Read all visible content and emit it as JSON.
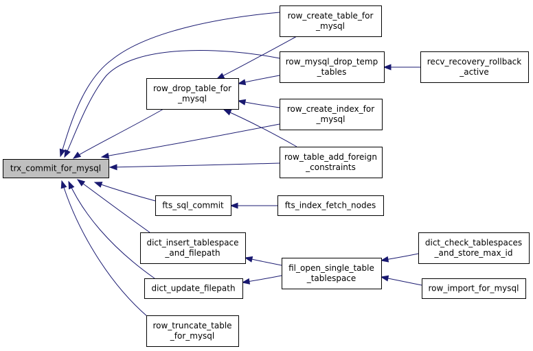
{
  "diagram": {
    "nodes": [
      {
        "id": "trx_commit_for_mysql",
        "lines": [
          "trx_commit_for_mysql"
        ],
        "root": true
      },
      {
        "id": "row_drop_table_for_mysql",
        "lines": [
          "row_drop_table_for",
          "_mysql"
        ]
      },
      {
        "id": "row_create_table_for_mysql",
        "lines": [
          "row_create_table_for",
          "_mysql"
        ]
      },
      {
        "id": "row_mysql_drop_temp_tables",
        "lines": [
          "row_mysql_drop_temp",
          "_tables"
        ]
      },
      {
        "id": "recv_recovery_rollback_active",
        "lines": [
          "recv_recovery_rollback",
          "_active"
        ]
      },
      {
        "id": "row_create_index_for_mysql",
        "lines": [
          "row_create_index_for",
          "_mysql"
        ]
      },
      {
        "id": "row_table_add_foreign_constraints",
        "lines": [
          "row_table_add_foreign",
          "_constraints"
        ]
      },
      {
        "id": "fts_sql_commit",
        "lines": [
          "fts_sql_commit"
        ]
      },
      {
        "id": "fts_index_fetch_nodes",
        "lines": [
          "fts_index_fetch_nodes"
        ]
      },
      {
        "id": "dict_insert_tablespace_and_filepath",
        "lines": [
          "dict_insert_tablespace",
          "_and_filepath"
        ]
      },
      {
        "id": "fil_open_single_table_tablespace",
        "lines": [
          "fil_open_single_table",
          "_tablespace"
        ]
      },
      {
        "id": "dict_check_tablespaces_and_store_max_id",
        "lines": [
          "dict_check_tablespaces",
          "_and_store_max_id"
        ]
      },
      {
        "id": "dict_update_filepath",
        "lines": [
          "dict_update_filepath"
        ]
      },
      {
        "id": "row_import_for_mysql",
        "lines": [
          "row_import_for_mysql"
        ]
      },
      {
        "id": "row_truncate_table_for_mysql",
        "lines": [
          "row_truncate_table",
          "_for_mysql"
        ]
      }
    ],
    "edges": [
      {
        "from": "row_drop_table_for_mysql",
        "to": "trx_commit_for_mysql"
      },
      {
        "from": "row_create_table_for_mysql",
        "to": "trx_commit_for_mysql"
      },
      {
        "from": "row_mysql_drop_temp_tables",
        "to": "trx_commit_for_mysql"
      },
      {
        "from": "row_create_index_for_mysql",
        "to": "trx_commit_for_mysql"
      },
      {
        "from": "row_table_add_foreign_constraints",
        "to": "trx_commit_for_mysql"
      },
      {
        "from": "fts_sql_commit",
        "to": "trx_commit_for_mysql"
      },
      {
        "from": "dict_insert_tablespace_and_filepath",
        "to": "trx_commit_for_mysql"
      },
      {
        "from": "dict_update_filepath",
        "to": "trx_commit_for_mysql"
      },
      {
        "from": "row_truncate_table_for_mysql",
        "to": "trx_commit_for_mysql"
      },
      {
        "from": "row_create_table_for_mysql",
        "to": "row_drop_table_for_mysql"
      },
      {
        "from": "row_mysql_drop_temp_tables",
        "to": "row_drop_table_for_mysql"
      },
      {
        "from": "row_create_index_for_mysql",
        "to": "row_drop_table_for_mysql"
      },
      {
        "from": "row_table_add_foreign_constraints",
        "to": "row_drop_table_for_mysql"
      },
      {
        "from": "recv_recovery_rollback_active",
        "to": "row_mysql_drop_temp_tables"
      },
      {
        "from": "fts_index_fetch_nodes",
        "to": "fts_sql_commit"
      },
      {
        "from": "fil_open_single_table_tablespace",
        "to": "dict_insert_tablespace_and_filepath"
      },
      {
        "from": "fil_open_single_table_tablespace",
        "to": "dict_update_filepath"
      },
      {
        "from": "dict_check_tablespaces_and_store_max_id",
        "to": "fil_open_single_table_tablespace"
      },
      {
        "from": "row_import_for_mysql",
        "to": "fil_open_single_table_tablespace"
      }
    ]
  }
}
